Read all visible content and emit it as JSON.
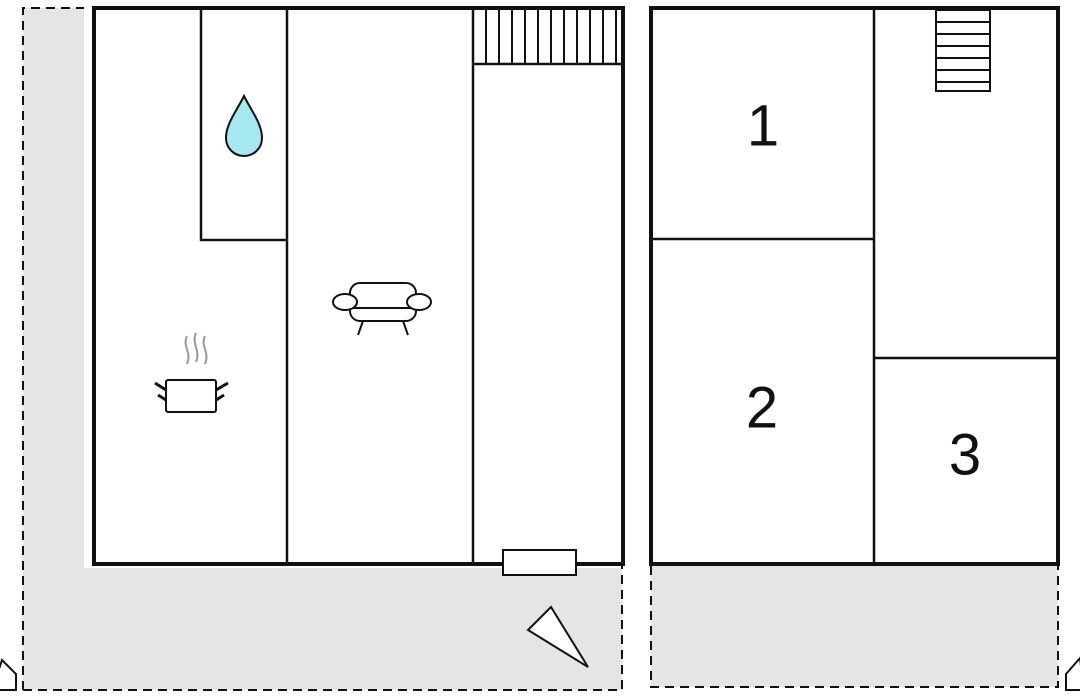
{
  "floor_plan": {
    "ground_floor": {
      "icons": [
        "water-drop-icon",
        "sofa-icon",
        "cooking-pot-icon",
        "staircase-icon",
        "entrance-arrow-icon"
      ]
    },
    "upper_floor": {
      "rooms": [
        {
          "number": "1"
        },
        {
          "number": "2"
        },
        {
          "number": "3"
        }
      ],
      "icons": [
        "staircase-icon"
      ]
    }
  },
  "colors": {
    "wall": "#111111",
    "terrace": "#e5e5e5",
    "water": "#a6e8f0",
    "smoke": "#999999"
  }
}
